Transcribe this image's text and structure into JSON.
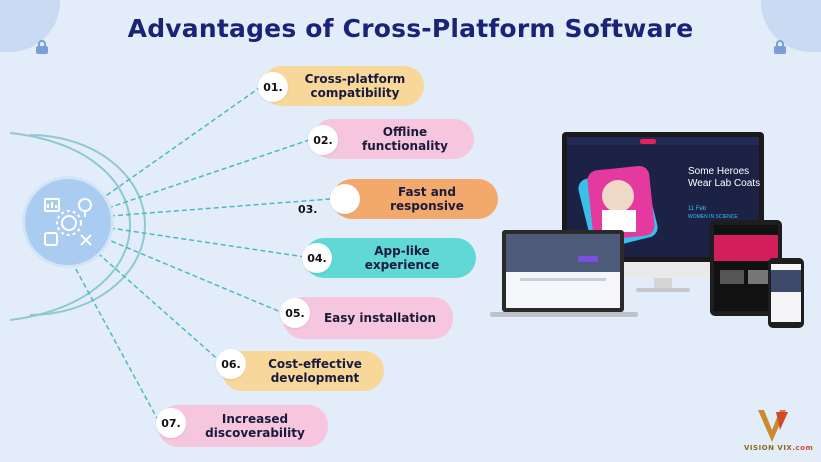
{
  "title": "Advantages of Cross-Platform Software",
  "items": [
    {
      "number": "01.",
      "label": "Cross-platform compatibility",
      "color": "#f7d79a"
    },
    {
      "number": "02.",
      "label": "Offline functionality",
      "color": "#f5c6de"
    },
    {
      "number": "03.",
      "label": "Fast and responsive",
      "color": "#f2a96b"
    },
    {
      "number": "04.",
      "label": "App-like experience",
      "color": "#5fd8d6"
    },
    {
      "number": "05.",
      "label": "Easy installation",
      "color": "#f5c6de"
    },
    {
      "number": "06.",
      "label": "Cost-effective development",
      "color": "#f7d79a"
    },
    {
      "number": "07.",
      "label": "Increased discoverability",
      "color": "#f5c6de"
    }
  ],
  "devices": {
    "monitor": {
      "headline": "Some Heroes",
      "headline_accent": "Wear Lab Coats",
      "date": "11 Feb",
      "subline": "WOMEN IN SCIENCE"
    }
  },
  "brand": {
    "name": "VISION VIX",
    "suffix": ".com"
  },
  "colors": {
    "title": "#1b2378",
    "line": "#4bb9c4",
    "hub": "#a9ccf0"
  }
}
